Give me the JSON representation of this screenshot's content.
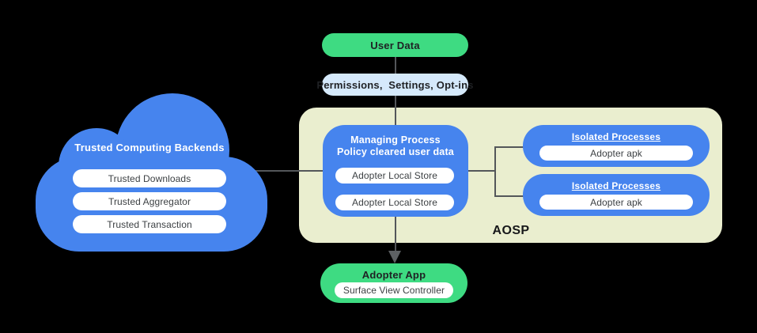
{
  "colors": {
    "background": "#000000",
    "node_blue": "#4684EE",
    "node_green": "#3EDB82",
    "node_light_blue": "#D5E9FB",
    "aosp_pale_green": "#EAEECF",
    "connector_gray": "#54575A",
    "dark_text": "#1F2124",
    "pill_text": "#3C4043",
    "white_text": "#FFFFFF"
  },
  "nodes": {
    "user_data": {
      "label": "User Data"
    },
    "permissions": {
      "label": "Permissions,  Settings, Opt-ins"
    },
    "cloud": {
      "title": "Trusted Computing Backends",
      "items": [
        {
          "label": "Trusted Downloads"
        },
        {
          "label": "Trusted Aggregator"
        },
        {
          "label": "Trusted Transaction"
        }
      ]
    },
    "aosp": {
      "label": "AOSP",
      "managing_process": {
        "title_line1": "Managing Process",
        "title_line2": "Policy cleared user data",
        "stores": [
          {
            "label": "Adopter Local Store"
          },
          {
            "label": "Adopter Local Store"
          }
        ]
      },
      "isolated_processes": [
        {
          "title": "Isolated Processes",
          "app": "Adopter apk"
        },
        {
          "title": "Isolated Processes",
          "app": "Adopter apk"
        }
      ]
    },
    "adopter_app": {
      "title": "Adopter App",
      "controller": "Surface View Controller"
    }
  }
}
